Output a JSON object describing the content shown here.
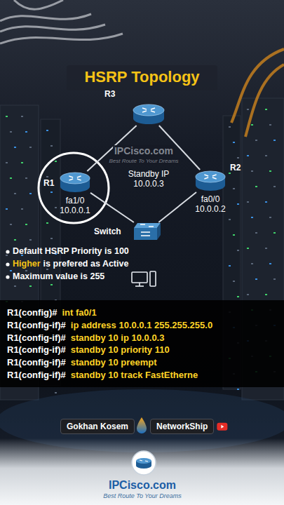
{
  "diagram": {
    "title": "HSRP Topology",
    "nodes": [
      {
        "text": [
          "R3"
        ]
      },
      {
        "text": [
          "R1",
          "fa1/0 10.0.0.1"
        ]
      },
      {
        "text": [
          "R2",
          "fa0/0 10.0.0.2"
        ]
      },
      {
        "text": [
          "Switch"
        ]
      }
    ],
    "edges": [
      {
        "from": 0,
        "to": 1,
        "arrow": "none"
      },
      {
        "from": 0,
        "to": 2,
        "arrow": "none"
      },
      {
        "from": 1,
        "to": 3,
        "arrow": "none"
      },
      {
        "from": 2,
        "to": 3,
        "arrow": "none"
      }
    ],
    "labels": [
      "IPCisco.com",
      "Best Route To Your Dreams",
      "Standby IP 10.0.0.3",
      "Default HSRP Priority is 100",
      "Higher",
      "is prefered as Active",
      "Maximum value is 255",
      "R1(config)#",
      "int fa0/1",
      "R1(config-if)#",
      "ip address 10.0.0.1 255.255.255.0",
      "R1(config-if)#",
      "standby 10 ip 10.0.0.3",
      "R1(config-if)#",
      "standby 10 priority 110",
      "R1(config-if)#",
      "standby 10 preempt",
      "R1(config-if)#",
      "standby 10 track FastEtherne",
      "Gokhan Kosem",
      "NetworkShip",
      "IPCisco.com",
      "Best Route To Your Dreams"
    ]
  }
}
